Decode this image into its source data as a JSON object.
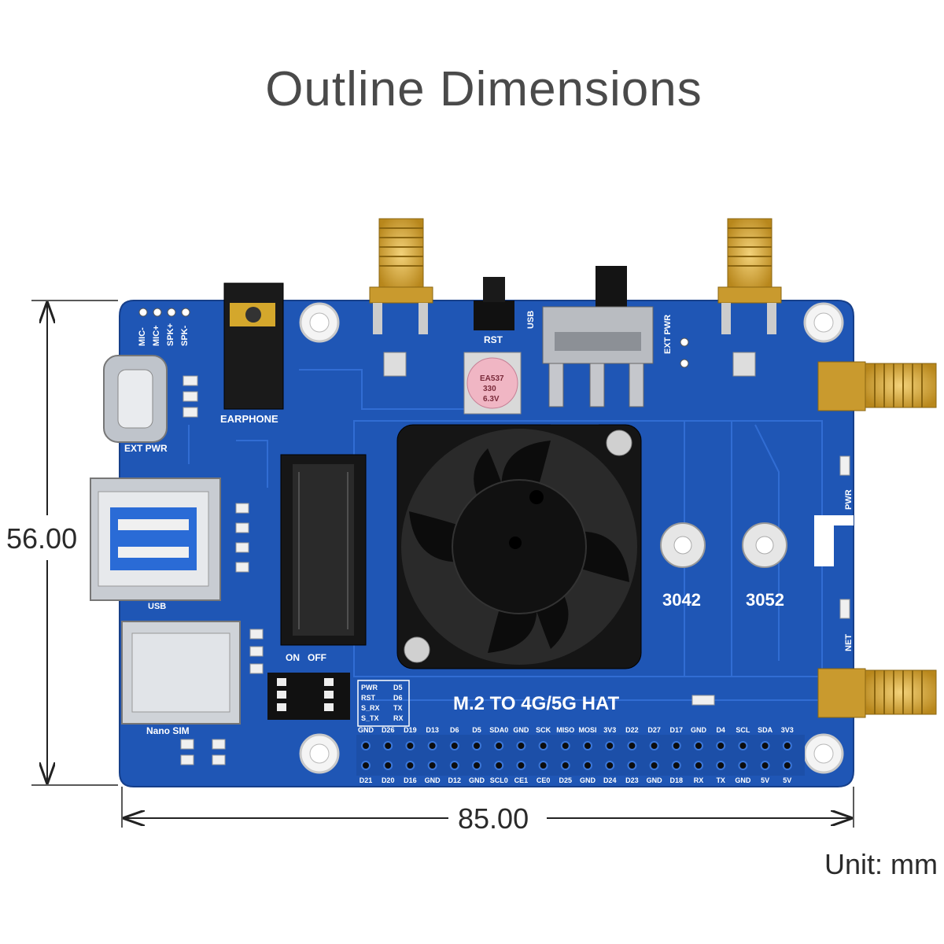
{
  "title": "Outline Dimensions",
  "dimensions": {
    "height": "56.00",
    "width": "85.00",
    "unit_label": "Unit: mm"
  },
  "board": {
    "name": "M.2 TO 4G/5G HAT",
    "colors": {
      "pcb": "#1f56b5",
      "trace": "#2f6ad0",
      "silk": "#ffffff",
      "gold": "#d4a72c"
    },
    "labels": {
      "audio_pins": [
        "MIC-",
        "MIC+",
        "SPK+",
        "SPK-"
      ],
      "earphone": "EARPHONE",
      "ext_pwr_usbc": "EXT PWR",
      "ext_pwr_switch": "EXT PWR",
      "usb_port": "USB",
      "usb_switch": "USB",
      "rst": "RST",
      "nano_sim": "Nano SIM",
      "on_off": "ON   OFF",
      "pwr_led": "PWR",
      "net_led": "NET",
      "hole_3042": "3042",
      "hole_3052": "3052",
      "capacitor": [
        "EA537",
        "330",
        "6.3V"
      ]
    },
    "led_table": [
      [
        "PWR",
        "D5"
      ],
      [
        "RST",
        "D6"
      ],
      [
        "S_RX",
        "TX"
      ],
      [
        "S_TX",
        "RX"
      ]
    ],
    "gpio_top": [
      "GND",
      "D26",
      "D19",
      "D13",
      "D6",
      "D5",
      "SDA0",
      "GND",
      "SCK",
      "MISO",
      "MOSI",
      "3V3",
      "D22",
      "D27",
      "D17",
      "GND",
      "D4",
      "SCL",
      "SDA",
      "3V3"
    ],
    "gpio_bottom": [
      "D21",
      "D20",
      "D16",
      "GND",
      "D12",
      "GND",
      "SCL0",
      "CE1",
      "CE0",
      "D25",
      "GND",
      "D24",
      "D23",
      "GND",
      "D18",
      "RX",
      "TX",
      "GND",
      "5V",
      "5V"
    ]
  }
}
